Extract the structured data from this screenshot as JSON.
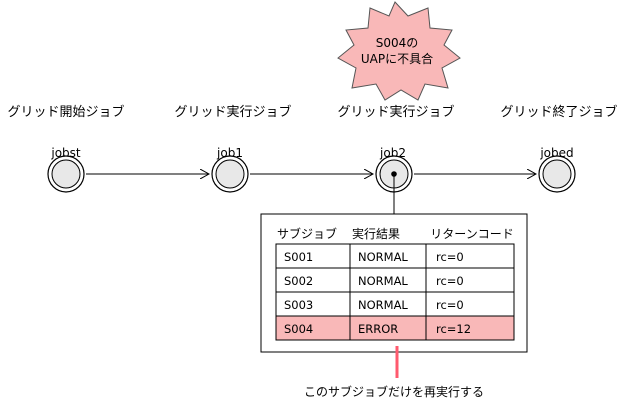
{
  "burst": {
    "line1": "S004の",
    "line2": "UAPに不具合",
    "fill": "#f9b8b8"
  },
  "jobs": [
    {
      "stage": "グリッド開始ジョブ",
      "name": "jobst"
    },
    {
      "stage": "グリッド実行ジョブ",
      "name": "job1"
    },
    {
      "stage": "グリッド実行ジョブ",
      "name": "job2"
    },
    {
      "stage": "グリッド終了ジョブ",
      "name": "jobed"
    }
  ],
  "table": {
    "headers": [
      "サブジョブ",
      "実行結果",
      "リターンコード"
    ],
    "rows": [
      {
        "subjob": "S001",
        "result": "NORMAL",
        "rc": "rc=0",
        "highlight": false
      },
      {
        "subjob": "S002",
        "result": "NORMAL",
        "rc": "rc=0",
        "highlight": false
      },
      {
        "subjob": "S003",
        "result": "NORMAL",
        "rc": "rc=0",
        "highlight": false
      },
      {
        "subjob": "S004",
        "result": "ERROR",
        "rc": "rc=12",
        "highlight": true
      }
    ],
    "highlight_fill": "#f9b8b8"
  },
  "note": "このサブジョブだけを再実行する",
  "colors": {
    "accent_line": "#ff5a6e",
    "node_fill": "#e8e8e8"
  }
}
